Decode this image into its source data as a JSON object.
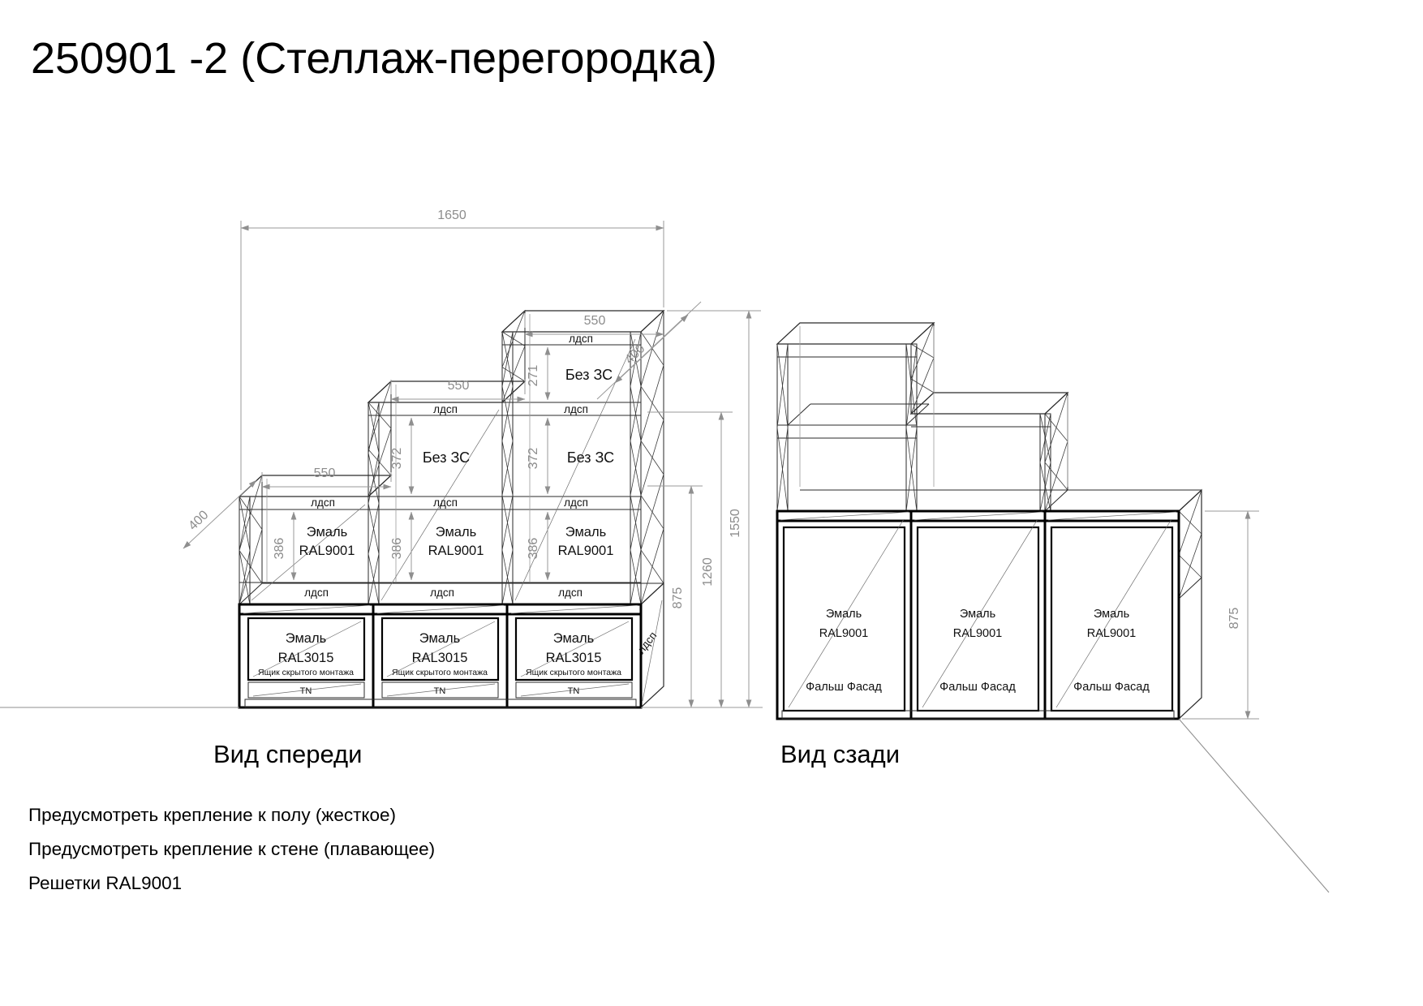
{
  "title": "250901 -2 (Стеллаж-перегородка)",
  "front_view": {
    "caption": "Вид спереди",
    "dim_total_width": "1650",
    "dim_tier_width": "550",
    "dim_depth": "400",
    "dim_cell_271": "271",
    "dim_cell_372": "372",
    "dim_cell_386": "386",
    "dim_h_875": "875",
    "dim_h_1260": "1260",
    "dim_h_1550": "1550",
    "shelf_material": "лдсп",
    "side_material": "лдсп",
    "cell_no_back": "Без ЗС",
    "cell_enamel_line1": "Эмаль",
    "cell_enamel_line2": "RAL9001",
    "drawer_line1": "Эмаль",
    "drawer_line2": "RAL3015",
    "drawer_note": "Ящик скрытого монтажа",
    "drawer_bottom": "TN"
  },
  "rear_view": {
    "caption": "Вид сзади",
    "dim_h_875": "875",
    "panel_line1": "Эмаль",
    "panel_line2": "RAL9001",
    "panel_note": "Фальш Фасад"
  },
  "notes": {
    "floor": "Предусмотреть крепление к полу (жесткое)",
    "wall": "Предусмотреть крепление к стене (плавающее)",
    "grids": "Решетки RAL9001"
  },
  "colors": {
    "accent_green": "#169616"
  }
}
